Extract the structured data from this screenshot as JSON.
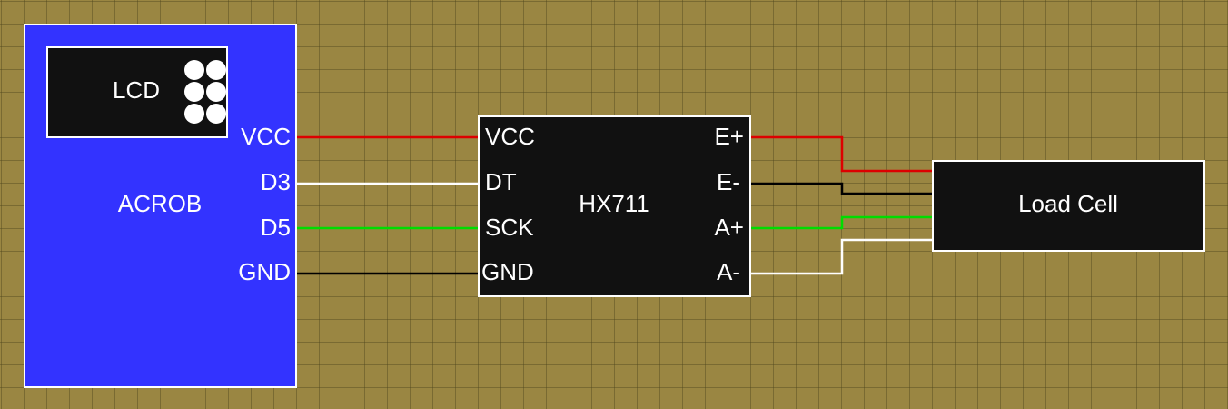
{
  "colors": {
    "background": "#9a8642",
    "grid": "#6b5e2c",
    "acrob_fill": "#3333ff",
    "module_fill": "#111111",
    "outline": "#ffffff",
    "wire_vcc": "#dd0000",
    "wire_data": "#ffffff",
    "wire_clock": "#00dd00",
    "wire_gnd": "#000000"
  },
  "acrob": {
    "name": "ACROB",
    "lcd_label": "LCD",
    "pins": [
      "VCC",
      "D3",
      "D5",
      "GND"
    ]
  },
  "hx711": {
    "name": "HX711",
    "left_pins": [
      "VCC",
      "DT",
      "SCK",
      "GND"
    ],
    "right_pins": [
      "E+",
      "E-",
      "A+",
      "A-"
    ]
  },
  "load_cell": {
    "name": "Load Cell"
  },
  "wires": [
    {
      "from": "ACROB.VCC",
      "to": "HX711.VCC",
      "color": "red"
    },
    {
      "from": "ACROB.D3",
      "to": "HX711.DT",
      "color": "white"
    },
    {
      "from": "ACROB.D5",
      "to": "HX711.SCK",
      "color": "green"
    },
    {
      "from": "ACROB.GND",
      "to": "HX711.GND",
      "color": "black"
    },
    {
      "from": "HX711.E+",
      "to": "Load Cell",
      "color": "red"
    },
    {
      "from": "HX711.E-",
      "to": "Load Cell",
      "color": "black"
    },
    {
      "from": "HX711.A+",
      "to": "Load Cell",
      "color": "green"
    },
    {
      "from": "HX711.A-",
      "to": "Load Cell",
      "color": "white"
    }
  ]
}
